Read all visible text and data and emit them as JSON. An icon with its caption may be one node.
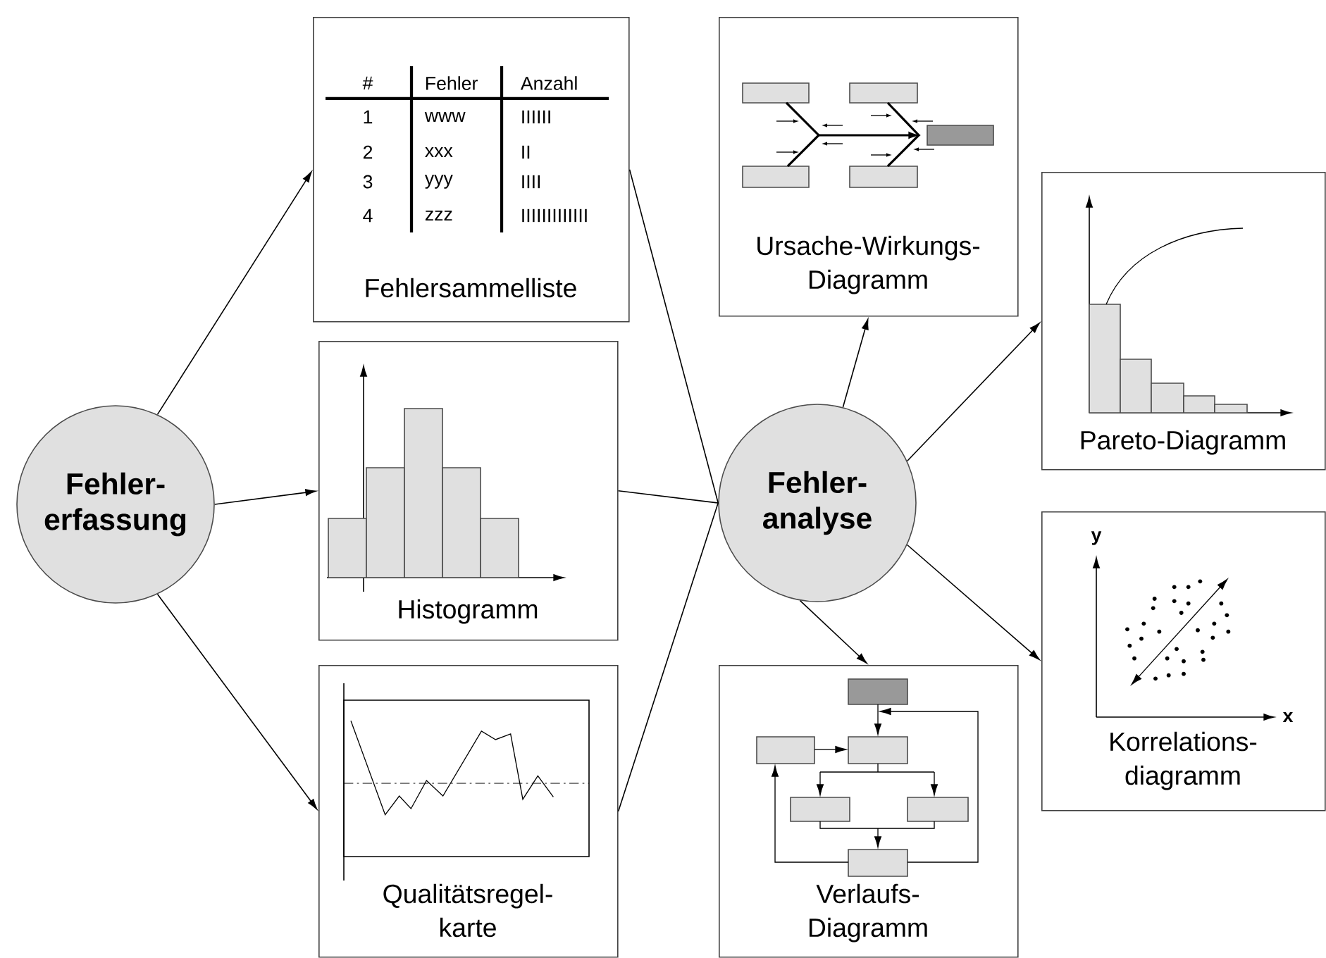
{
  "diagram": {
    "nodes": [
      {
        "text": [
          "Fehler- erfassung"
        ]
      },
      {
        "text": [
          "Fehlersammelliste"
        ]
      },
      {
        "text": [
          "Histogramm"
        ]
      },
      {
        "text": [
          "Qualitätsregel- karte"
        ]
      },
      {
        "text": [
          "Fehler- analyse"
        ]
      },
      {
        "text": [
          "Ursache-Wirkungs- Diagramm"
        ]
      },
      {
        "text": [
          "Pareto-Diagramm"
        ]
      },
      {
        "text": [
          "Korrelations- diagramm"
        ]
      },
      {
        "text": [
          "Verlaufs- Diagramm"
        ]
      }
    ],
    "edges": [
      {
        "from": 0,
        "to": 1,
        "arrow": "to"
      },
      {
        "from": 0,
        "to": 2,
        "arrow": "to"
      },
      {
        "from": 0,
        "to": 3,
        "arrow": "to"
      },
      {
        "from": 1,
        "to": 4,
        "arrow": "none"
      },
      {
        "from": 2,
        "to": 4,
        "arrow": "none"
      },
      {
        "from": 3,
        "to": 4,
        "arrow": "none"
      },
      {
        "from": 4,
        "to": 5,
        "arrow": "to"
      },
      {
        "from": 4,
        "to": 6,
        "arrow": "to"
      },
      {
        "from": 4,
        "to": 7,
        "arrow": "to"
      },
      {
        "from": 4,
        "to": 8,
        "arrow": "to"
      }
    ],
    "labels": [
      "#",
      "Fehler",
      "Anzahl",
      "1",
      "www",
      "IIIIII",
      "2",
      "xxx",
      "II",
      "3",
      "yyy",
      "IIII",
      "4",
      "zzz",
      "IIIIIIIIIIIII",
      "y",
      "x"
    ]
  }
}
